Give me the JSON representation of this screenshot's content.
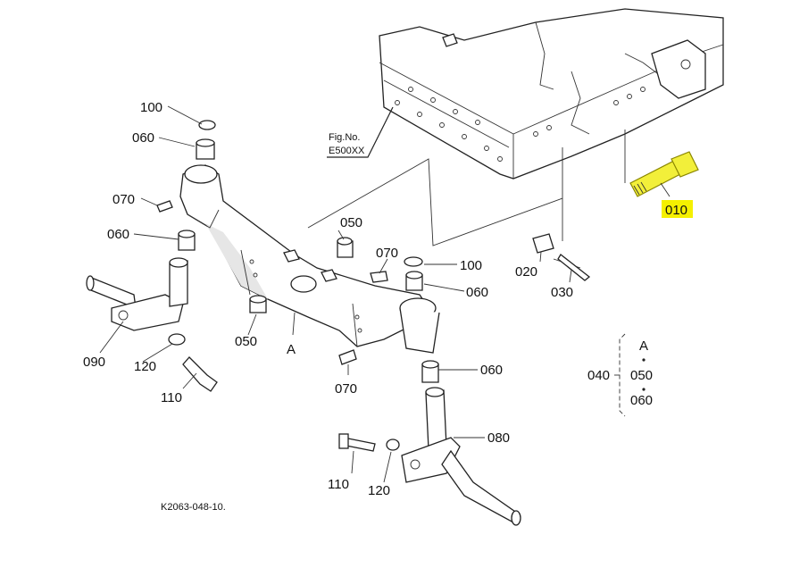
{
  "diagram": {
    "figure_ref_label": "Fig.No.",
    "figure_ref_code": "E500XX",
    "drawing_code": "K2063-048-10.",
    "highlight_color": "#f5f000",
    "callouts": {
      "c100a": "100",
      "c060a": "060",
      "c070a": "070",
      "c060b": "060",
      "c090": "090",
      "c120a": "120",
      "c110a": "110",
      "c050a": "050",
      "cAmark": "A",
      "c070b": "070",
      "c050b": "050",
      "c070c": "070",
      "c100b": "100",
      "c060c": "060",
      "c060d": "060",
      "c080": "080",
      "c110b": "110",
      "c120b": "120",
      "c020": "020",
      "c030": "030",
      "c010": "010"
    },
    "set_group": {
      "number": "040",
      "items": [
        "A",
        "050",
        "060"
      ]
    }
  }
}
